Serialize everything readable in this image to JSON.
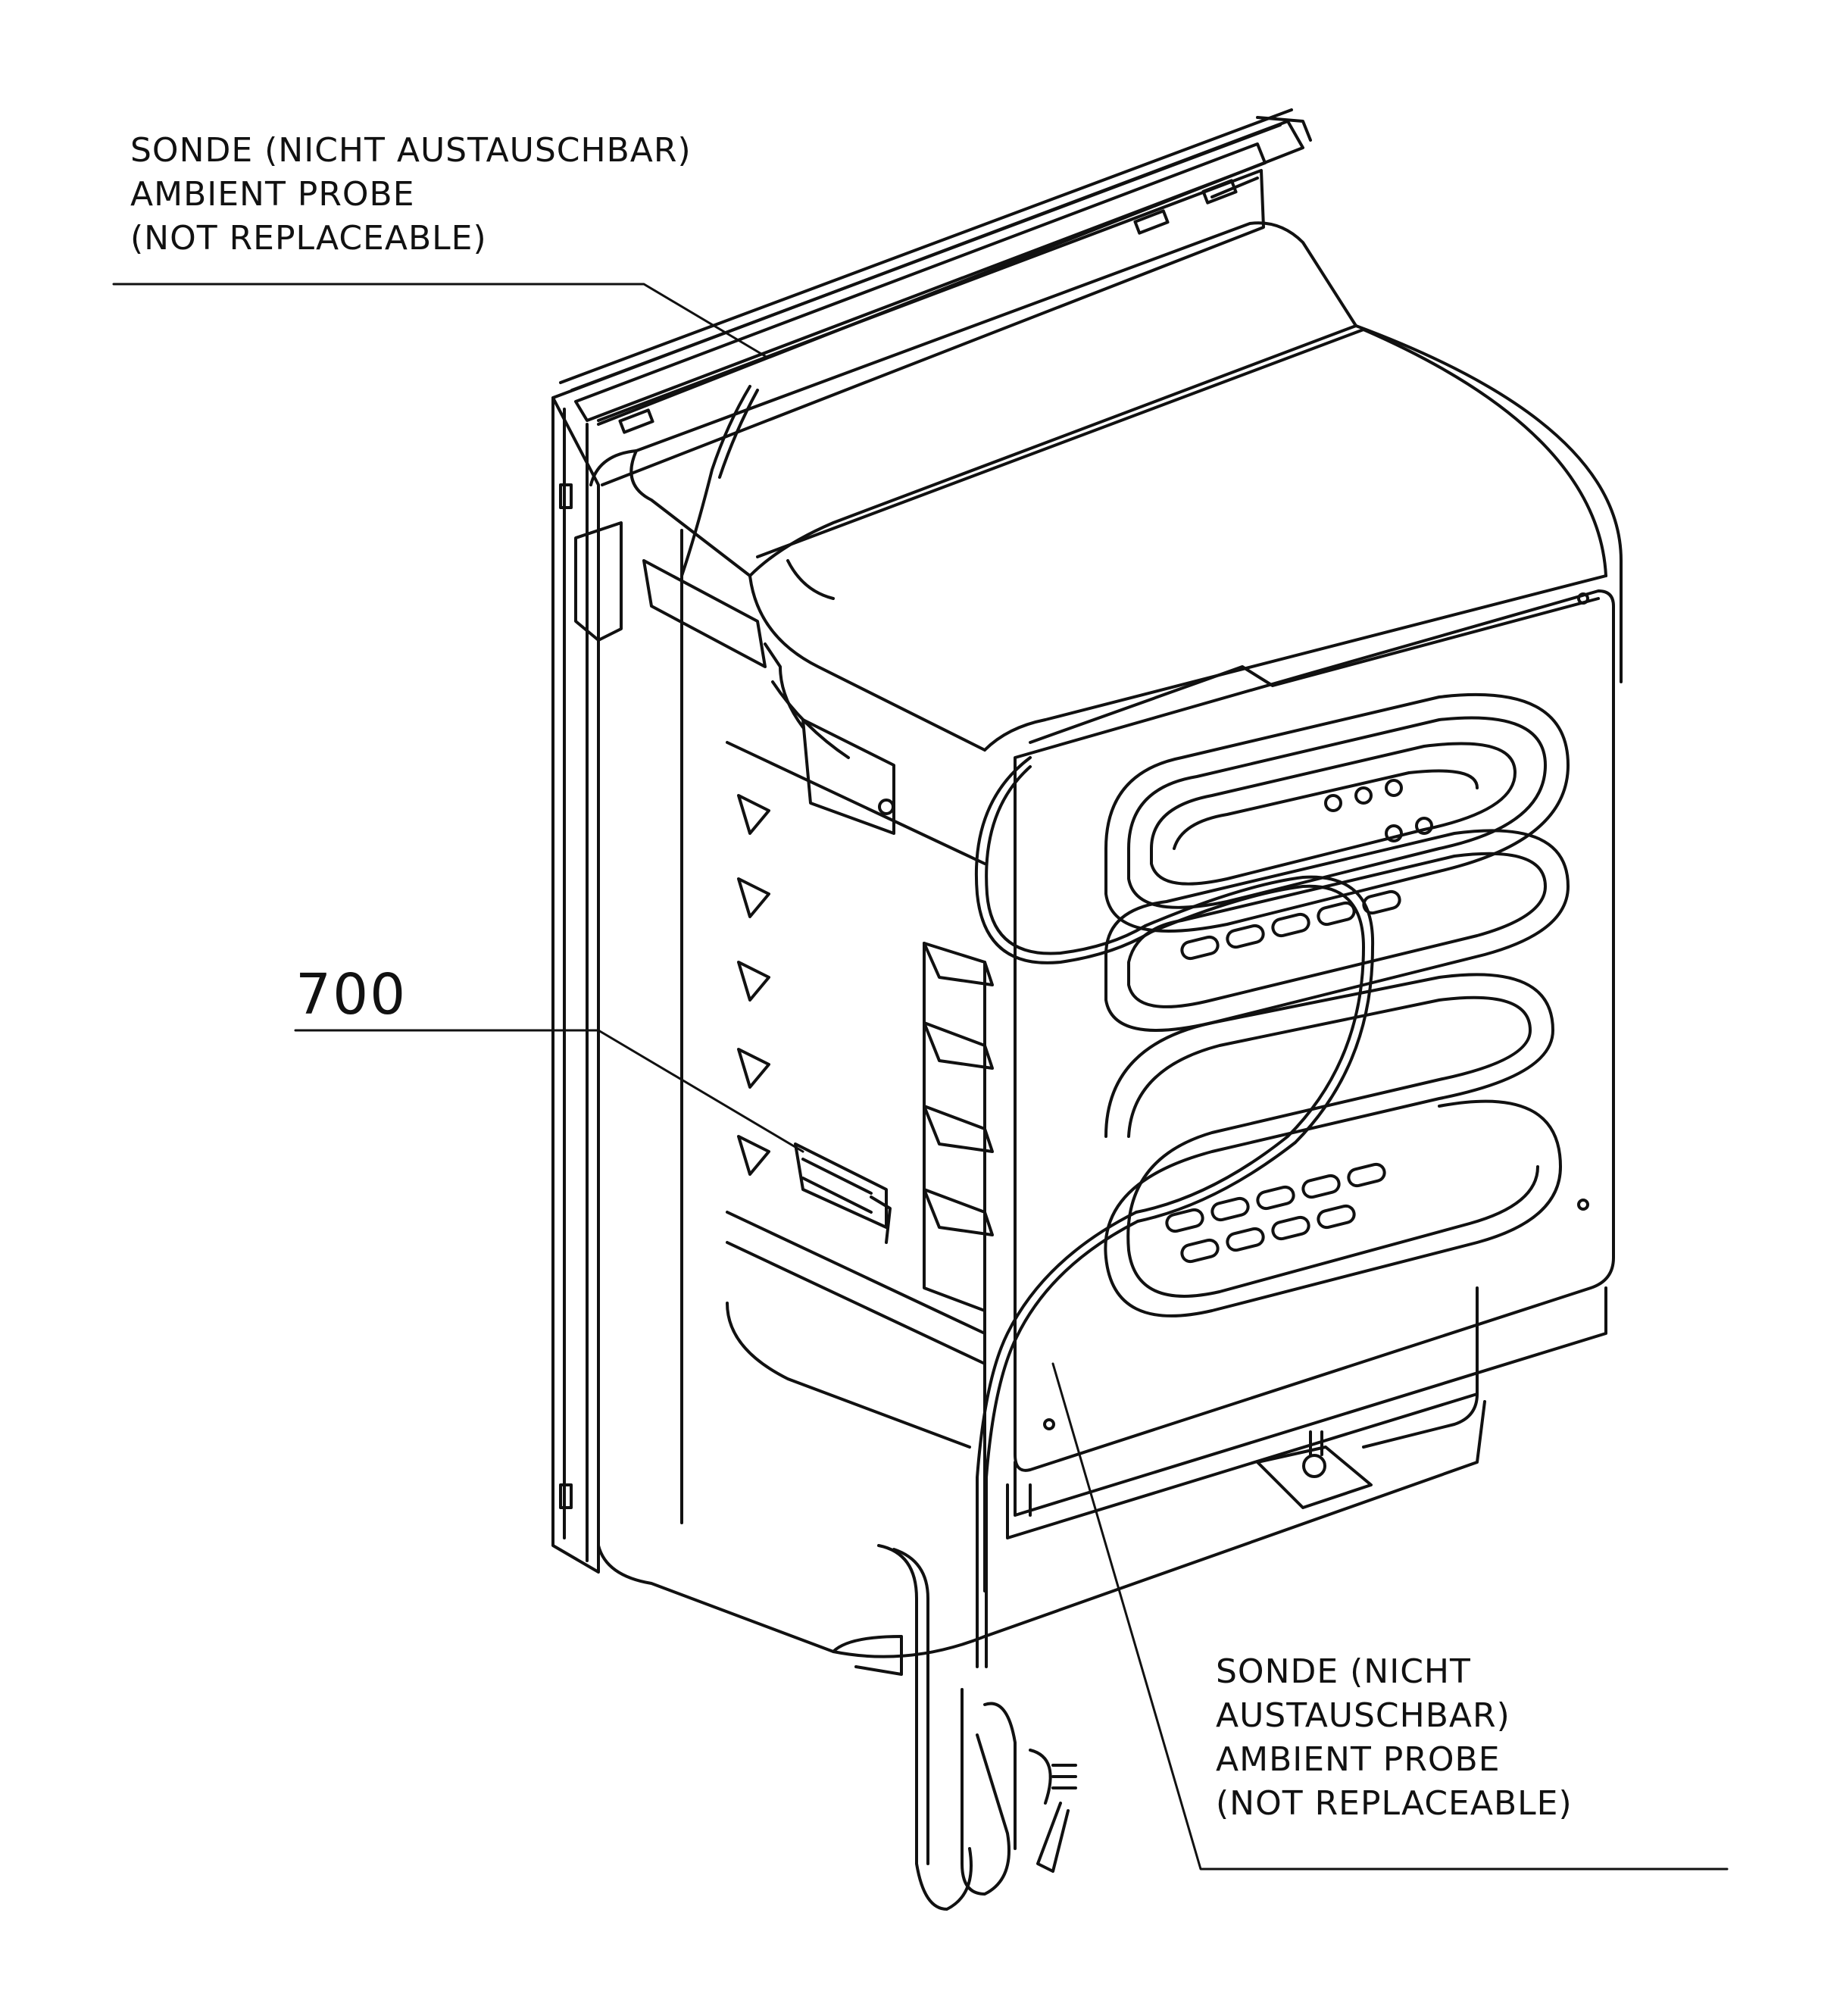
{
  "callouts": {
    "top": {
      "line1": "SONDE (NICHT AUSTAUSCHBAR)",
      "line2": "AMBIENT PROBE",
      "line3": "(NOT REPLACEABLE)"
    },
    "bottom": {
      "line1": "SONDE (NICHT",
      "line2": "AUSTAUSCHBAR)",
      "line3": "AMBIENT PROBE",
      "line4": "(NOT REPLACEABLE)"
    }
  },
  "part_number": "700",
  "colors": {
    "stroke": "#111111",
    "background": "#ffffff"
  }
}
